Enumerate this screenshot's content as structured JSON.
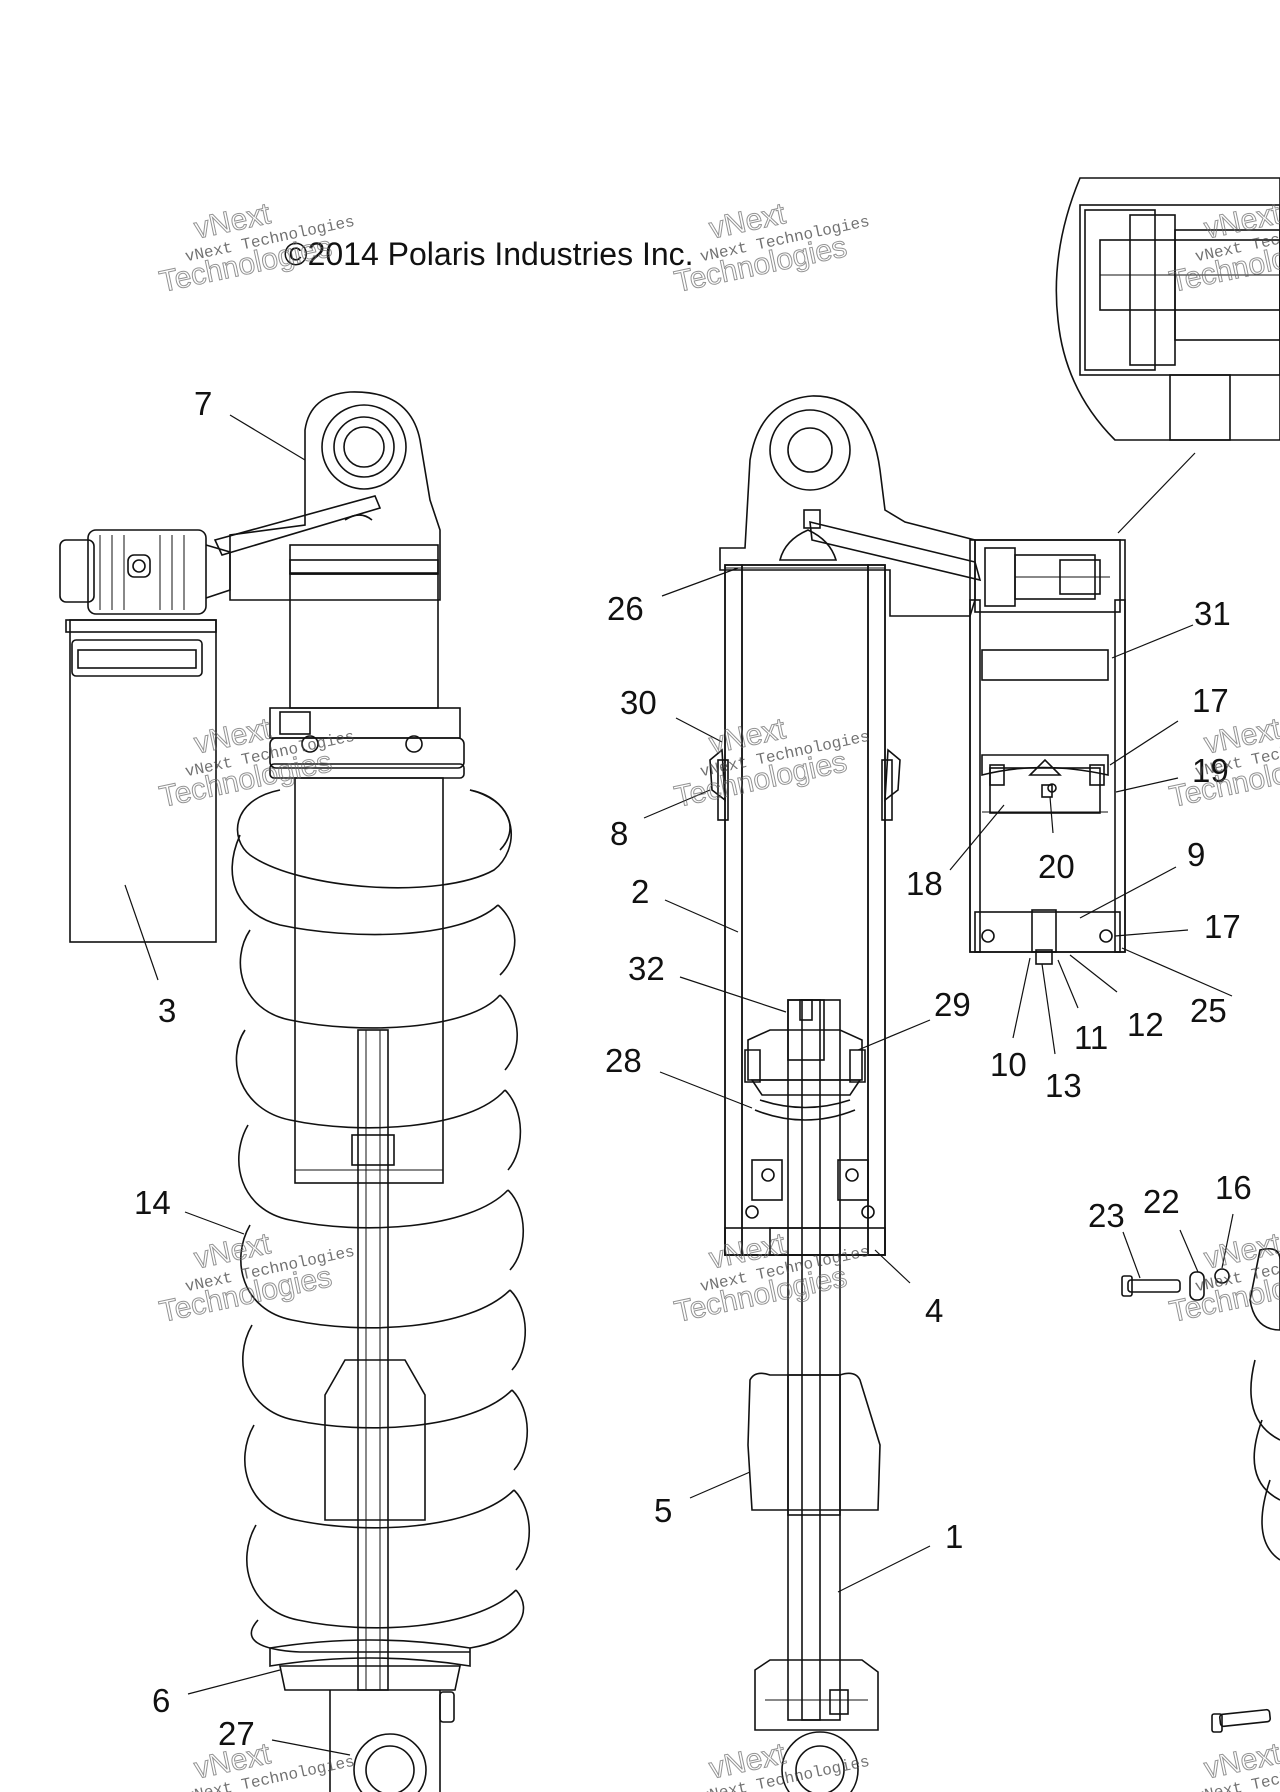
{
  "copyright": "©2014 Polaris Industries Inc.",
  "watermark": {
    "line1": "vNext",
    "line2": "vNext Technologies",
    "line3": "Technologies"
  },
  "callouts": [
    "7",
    "3",
    "14",
    "6",
    "27",
    "26",
    "30",
    "8",
    "2",
    "32",
    "28",
    "29",
    "4",
    "5",
    "1",
    "31",
    "17",
    "19",
    "18",
    "20",
    "9",
    "17",
    "25",
    "12",
    "11",
    "10",
    "13",
    "23",
    "22",
    "16"
  ]
}
